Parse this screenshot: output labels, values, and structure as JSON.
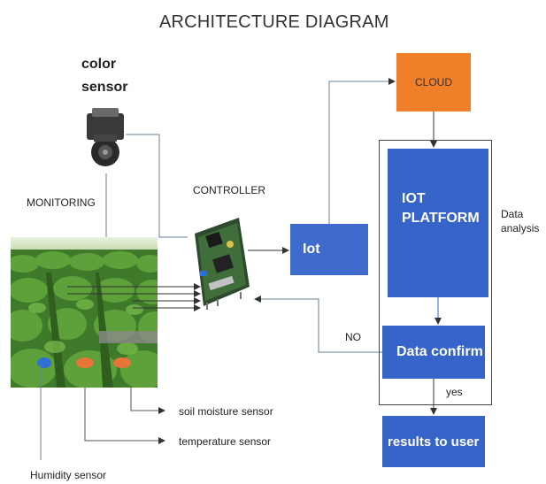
{
  "title": "ARCHITECTURE DIAGRAM",
  "labels": {
    "color_sensor_line1": "color",
    "color_sensor_line2": "sensor",
    "monitoring": "MONITORING",
    "controller": "CONTROLLER",
    "data_analysis_line1": "Data",
    "data_analysis_line2": "analysis",
    "no": "NO",
    "yes": "yes",
    "soil_moisture": "soil moisture sensor",
    "temperature": "temperature sensor",
    "humidity": "Humidity sensor"
  },
  "boxes": {
    "cloud": "CLOUD",
    "iot": "Iot",
    "platform_line1": "IOT",
    "platform_line2": "PLATFORM",
    "data_confirm": "Data confirm",
    "results": "results to user"
  },
  "colors": {
    "cloud": "#f07f2a",
    "blue_box": "#3764c8",
    "line": "#555555"
  },
  "icons": {
    "camera": "color-sensor-camera",
    "board": "controller-board",
    "field": "plant-field-photo"
  }
}
